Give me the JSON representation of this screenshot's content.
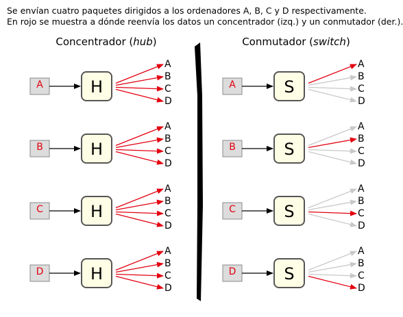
{
  "intro": {
    "line1": "Se envían cuatro paquetes dirigidos a los ordenadores A, B, C y D respectivamente.",
    "line2": "En rojo se muestra a dónde reenvía los datos un concentrador (izq.) y un conmutador (der.)."
  },
  "hub": {
    "title_main": "Concentrador (",
    "title_italic": "hub",
    "title_end": ")",
    "device_label": "H"
  },
  "switch": {
    "title_main": "Conmutador (",
    "title_italic": "switch",
    "title_end": ")",
    "device_label": "S"
  },
  "destinations": [
    "A",
    "B",
    "C",
    "D"
  ],
  "packets": [
    "A",
    "B",
    "C",
    "D"
  ],
  "colors": {
    "active": "#e3000f",
    "inactive": "#c8c8c8",
    "input": "#000000",
    "divider": "#000000"
  }
}
